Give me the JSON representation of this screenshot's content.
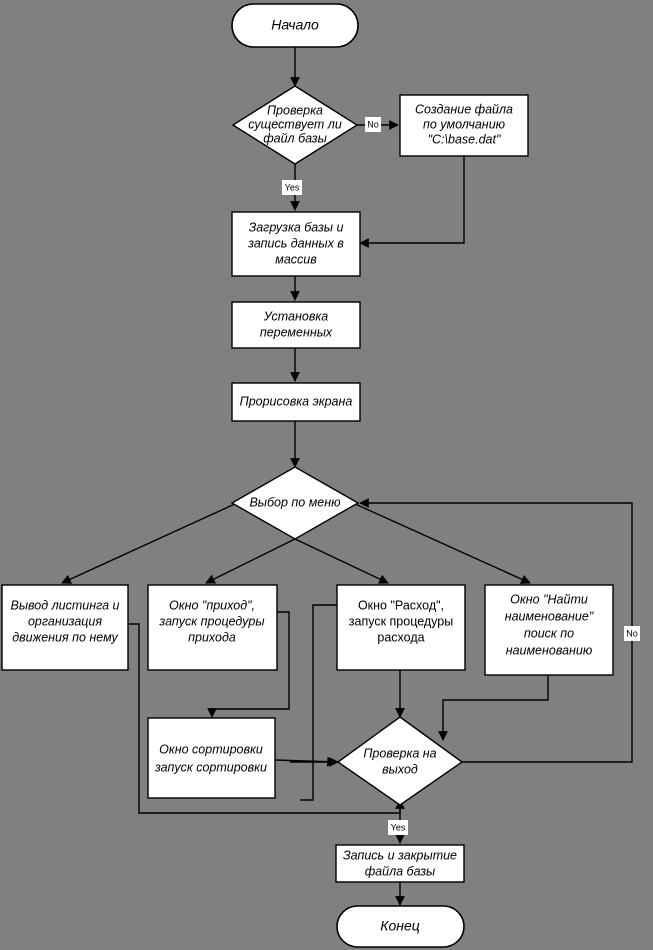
{
  "diagram": {
    "title": "",
    "background_color": "#808080",
    "shape_fill": "#ffffff",
    "stroke_color": "#000000",
    "nodes": {
      "start": {
        "label": "Начало",
        "type": "terminator"
      },
      "check_file_exists": {
        "label_line1": "Проверка",
        "label_line2": "существует ли",
        "label_line3": "файл базы",
        "type": "decision"
      },
      "create_default_file": {
        "label_line1": "Создание файла",
        "label_line2": "по умолчанию",
        "label_line3": "\"C:\\base.dat\"",
        "type": "process"
      },
      "load_db": {
        "label_line1": "Загрузка базы и",
        "label_line2": "запись данных в",
        "label_line3": "массив",
        "type": "process"
      },
      "set_vars": {
        "label_line1": "Установка",
        "label_line2": "переменных",
        "type": "process"
      },
      "draw_screen": {
        "label_line1": "Прорисовка экрана",
        "type": "process"
      },
      "menu_choice": {
        "label_line1": "Выбор по меню",
        "type": "decision"
      },
      "listing_output": {
        "label_line1": "Вывод листинга и",
        "label_line2": "организация",
        "label_line3": "движения по нему",
        "type": "process"
      },
      "income_window": {
        "label_line1": "Окно \"приход\",",
        "label_line2": "запуск процедуры",
        "label_line3": "прихода",
        "type": "process"
      },
      "expense_window": {
        "label_line1": "Окно \"Расход\",",
        "label_line2": "запуск процедуры",
        "label_line3": "расхода",
        "type": "process"
      },
      "find_window": {
        "label_line1": "Окно \"Найти",
        "label_line2": "наименование\"",
        "label_line3": "поиск по",
        "label_line4": "наименованию",
        "type": "process"
      },
      "sort_window": {
        "label_line1": "Окно сортировки",
        "label_line2": "запуск сортировки",
        "type": "process"
      },
      "exit_check": {
        "label_line1": "Проверка на",
        "label_line2": "выход",
        "type": "decision"
      },
      "save_close": {
        "label_line1": "Запись и закрытие",
        "label_line2": "файла базы",
        "type": "process"
      },
      "end": {
        "label": "Конец",
        "type": "terminator"
      }
    },
    "edge_labels": {
      "no_file": "No",
      "yes_file": "Yes",
      "no_exit": "No",
      "yes_exit": "Yes"
    }
  }
}
